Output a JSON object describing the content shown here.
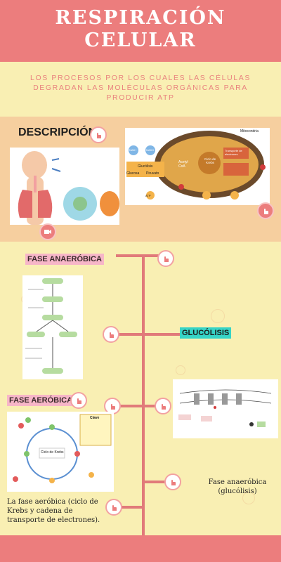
{
  "title": "RESPIRACIÓN CELULAR",
  "subtitle": "LOS PROCESOS POR LOS CUALES LAS CÉLULAS DEGRADAN LAS MOLÉCULAS ORGÁNICAS PARA PRODUCIR ATP",
  "description": {
    "heading": "DESCRIPCIÓN",
    "diagram_labels": {
      "mitocondria": "Mitocondria",
      "nadh1": "NADH",
      "nad": "NAD+",
      "glucolisis": "Glucólisis",
      "glucosa": "Glucosa",
      "piruvato": "Piruvato",
      "acetyl": "Acetyl CoA",
      "ciclo": "Ciclo de Krebs",
      "transporte": "Transporte de electrones",
      "atp": "ATP"
    }
  },
  "timeline": {
    "fase_anaerobica_label": "FASE ANAERÓBICA",
    "glucolisis_label": "GLUCÓLISIS",
    "fase_aerobica_label": "FASE AERÓBICA",
    "aerobic_caption": "La fase aeróbica (ciclo de Krebs y cadena de transporte de electrones).",
    "anaerobic_caption": "Fase anaeróbica (glucólisis)",
    "krebs_center": "Ciclo de Krebs",
    "clave": "Clave"
  },
  "colors": {
    "header": "#ec7d7d",
    "background": "#f9efb3",
    "band": "#f6cf9f",
    "subtitle": "#e9837f",
    "teal": "#36d4c6",
    "pink_label": "#f7b6c8"
  }
}
